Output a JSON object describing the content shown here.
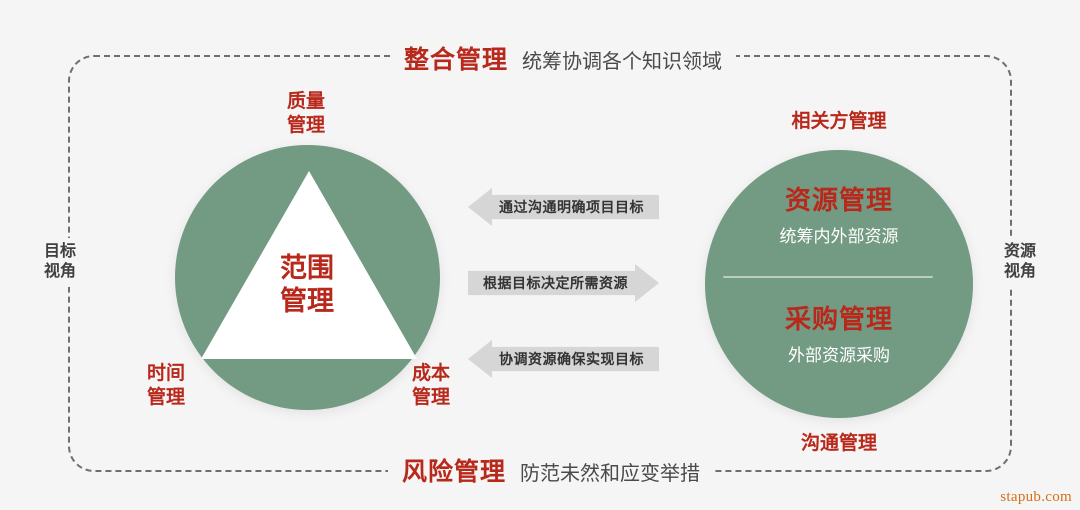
{
  "diagram": {
    "title_top": {
      "title": "整合管理",
      "subtitle": "统筹协调各个知识领域"
    },
    "title_bottom": {
      "title": "风险管理",
      "subtitle": "防范未然和应变举措"
    },
    "side_labels": {
      "left": "目标\n视角",
      "left_line1": "目标",
      "left_line2": "视角",
      "right_line1": "资源",
      "right_line2": "视角"
    },
    "left_circle": {
      "center_line1": "范围",
      "center_line2": "管理",
      "vertex_top_line1": "质量",
      "vertex_top_line2": "管理",
      "vertex_left_line1": "时间",
      "vertex_left_line2": "管理",
      "vertex_right_line1": "成本",
      "vertex_right_line2": "管理"
    },
    "right_circle": {
      "top_label": "相关方管理",
      "bottom_label": "沟通管理",
      "upper_title": "资源管理",
      "upper_sub": "统筹内外部资源",
      "lower_title": "采购管理",
      "lower_sub": "外部资源采购"
    },
    "arrows": [
      {
        "label": "通过沟通明确项目目标",
        "direction": "left"
      },
      {
        "label": "根据目标决定所需资源",
        "direction": "right"
      },
      {
        "label": "协调资源确保实现目标",
        "direction": "left"
      }
    ],
    "watermark": "stapub.com",
    "colors": {
      "background": "#f5f5f5",
      "green": "#739a82",
      "red": "#b8281b",
      "arrow_gray": "#d6d6d6",
      "dashed_border": "#6f6f73",
      "watermark": "#d4701a"
    }
  }
}
